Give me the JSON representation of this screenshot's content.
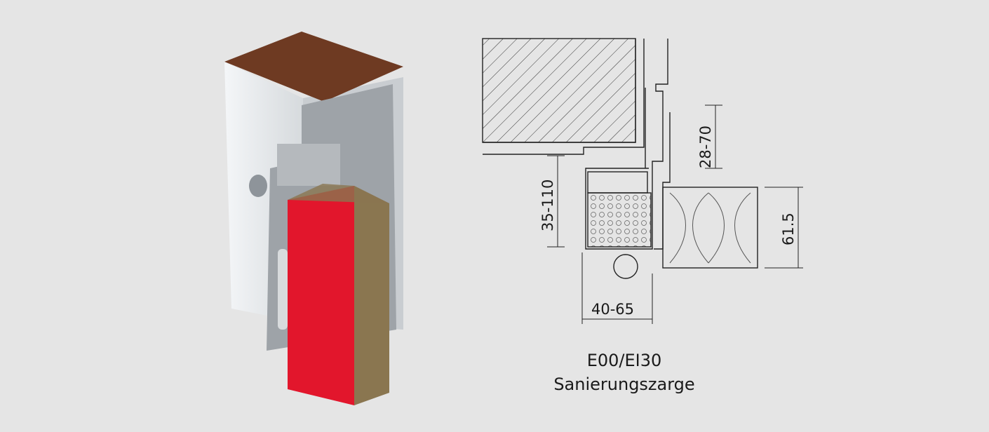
{
  "render": {
    "door_color": "#e2162c",
    "insulation_color": "#8a7650",
    "brick_color": "#6e3a22"
  },
  "drawing": {
    "dimensions": {
      "reveal": "28-70",
      "wall_thickness": "35-110",
      "door_thickness": "61.5",
      "frame_width": "40-65"
    }
  },
  "caption": {
    "line1": "E00/EI30",
    "line2": "Sanierungszarge"
  }
}
